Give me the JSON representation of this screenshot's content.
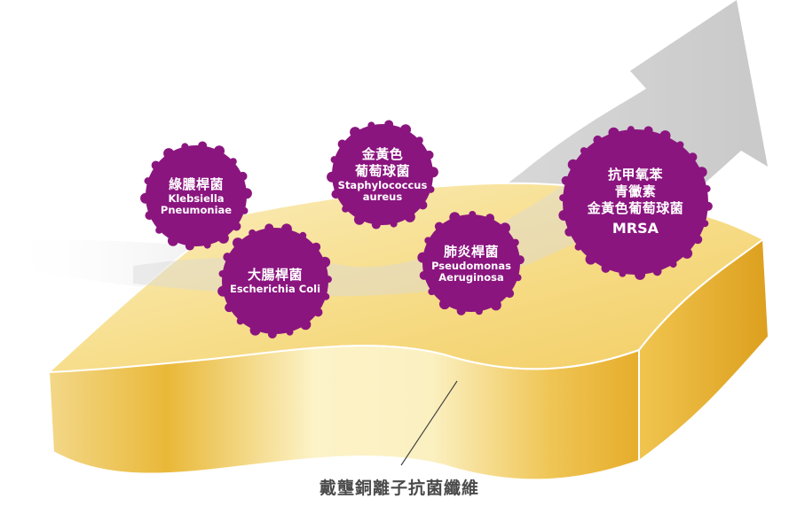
{
  "caption": "戴壟銅離子抗菌纖維",
  "colors": {
    "bacteria": "#8b157f",
    "fabric_light": "#fcf5cf",
    "fabric_dark": "#e7b22f",
    "arrow": "#cfcfcf"
  },
  "bacteria": [
    {
      "id": "klebsiella",
      "zh": [
        "綠膿桿菌"
      ],
      "en": [
        "Klebsiella",
        "Pneumoniae"
      ]
    },
    {
      "id": "ecoli",
      "zh": [
        "大腸桿菌"
      ],
      "en": [
        "Escherichia Coli"
      ]
    },
    {
      "id": "staph",
      "zh": [
        "金黃色",
        "葡萄球菌"
      ],
      "en": [
        "Staphylococcus",
        "aureus"
      ]
    },
    {
      "id": "pseudomonas",
      "zh": [
        "肺炎桿菌"
      ],
      "en": [
        "Pseudomonas",
        "Aeruginosa"
      ]
    },
    {
      "id": "mrsa",
      "zh": [
        "抗甲氧苯",
        "青黴素",
        "金黃色葡萄球菌"
      ],
      "big": "MRSA"
    }
  ]
}
